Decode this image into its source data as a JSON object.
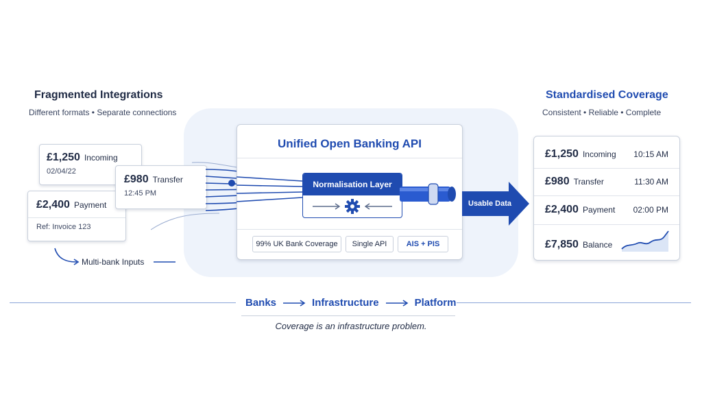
{
  "left": {
    "title": "Fragmented Integrations",
    "subtitle": "Different formats • Separate connections",
    "cards": [
      {
        "amount": "£1,250",
        "label": "Incoming",
        "detail": "02/04/22"
      },
      {
        "amount": "£980",
        "label": "Transfer",
        "detail": "12:45 PM"
      },
      {
        "amount": "£2,400",
        "label": "Payment",
        "detail": "Ref: Invoice 123"
      }
    ],
    "inputs_label": "Multi-bank Inputs"
  },
  "center": {
    "title": "Unified Open Banking API",
    "layer_label": "Normalisation Layer",
    "features": [
      "99% UK Bank Coverage",
      "Single API",
      "AIS + PIS"
    ]
  },
  "arrow_label": "Usable Data",
  "right": {
    "title": "Standardised Coverage",
    "subtitle": "Consistent • Reliable • Complete",
    "rows": [
      {
        "amount": "£1,250",
        "label": "Incoming",
        "time": "10:15 AM"
      },
      {
        "amount": "£980",
        "label": "Transfer",
        "time": "11:30 AM"
      },
      {
        "amount": "£2,400",
        "label": "Payment",
        "time": "02:00 PM"
      }
    ],
    "balance": {
      "amount": "£7,850",
      "label": "Balance"
    }
  },
  "flow": {
    "steps": [
      "Banks",
      "Infrastructure",
      "Platform"
    ],
    "tagline": "Coverage is an infrastructure problem."
  },
  "colors": {
    "accent": "#1f4bb0",
    "panel": "#eef3fb",
    "ink": "#1f2a44"
  },
  "icons": [
    "gear-icon",
    "arrow-right-icon",
    "sparkline-icon"
  ]
}
